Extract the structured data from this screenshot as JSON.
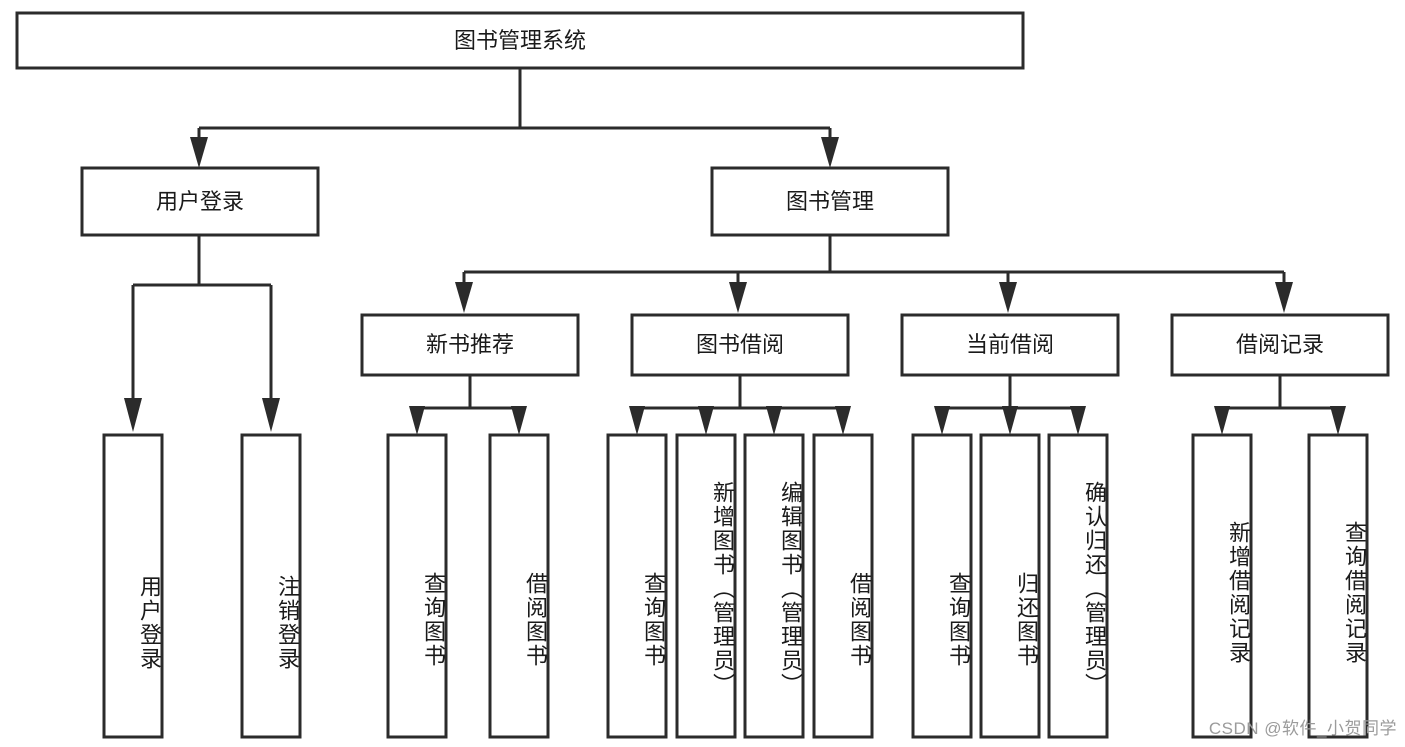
{
  "diagram": {
    "type": "tree-hierarchy",
    "title": "图书管理系统",
    "watermark": "CSDN @软件_小贺同学",
    "colors": {
      "stroke": "#2b2b2b",
      "fill": "#ffffff",
      "text": "#1a1a1a",
      "watermark": "#9b9b9b",
      "background": "#ffffff"
    },
    "levels": {
      "root": {
        "label": "图书管理系统"
      },
      "level2": [
        {
          "id": "user-login",
          "label": "用户登录"
        },
        {
          "id": "book-management",
          "label": "图书管理"
        }
      ],
      "level3": [
        {
          "id": "new-book-recommend",
          "label": "新书推荐"
        },
        {
          "id": "book-borrow",
          "label": "图书借阅"
        },
        {
          "id": "current-borrow",
          "label": "当前借阅"
        },
        {
          "id": "borrow-record",
          "label": "借阅记录"
        }
      ],
      "leaves": {
        "user-login": [
          {
            "id": "leaf-user-login",
            "label": "用户登录"
          },
          {
            "id": "leaf-logout",
            "label": "注销登录"
          }
        ],
        "new-book-recommend": [
          {
            "id": "leaf-query-book-1",
            "label": "查询图书"
          },
          {
            "id": "leaf-borrow-book-1",
            "label": "借阅图书"
          }
        ],
        "book-borrow": [
          {
            "id": "leaf-query-book-2",
            "label": "查询图书"
          },
          {
            "id": "leaf-add-book",
            "label": "新增图书（管理员）"
          },
          {
            "id": "leaf-edit-book",
            "label": "编辑图书（管理员）"
          },
          {
            "id": "leaf-borrow-book-2",
            "label": "借阅图书"
          }
        ],
        "current-borrow": [
          {
            "id": "leaf-query-book-3",
            "label": "查询图书"
          },
          {
            "id": "leaf-return-book",
            "label": "归还图书"
          },
          {
            "id": "leaf-confirm-return",
            "label": "确认归还（管理员）"
          }
        ],
        "borrow-record": [
          {
            "id": "leaf-add-record",
            "label": "新增借阅记录"
          },
          {
            "id": "leaf-query-record",
            "label": "查询借阅记录"
          }
        ]
      }
    }
  }
}
